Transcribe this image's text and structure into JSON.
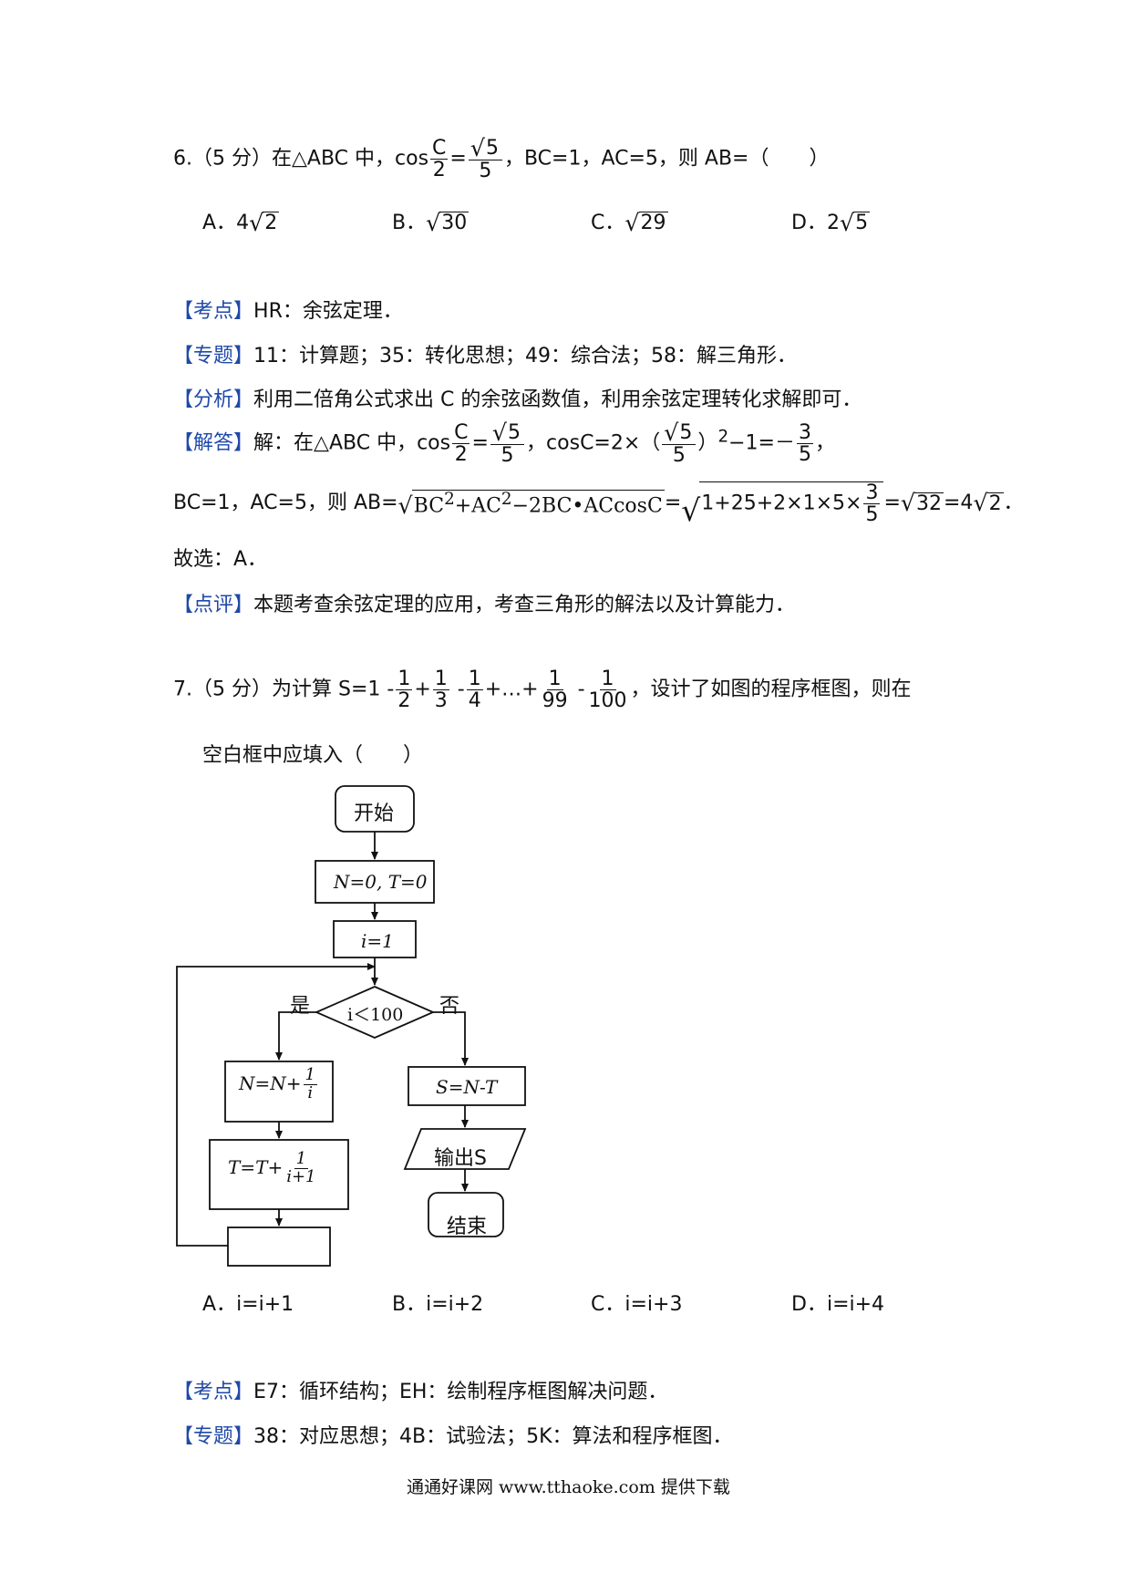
{
  "q6": {
    "prefix": "6.（5 分）在△ABC 中，cos",
    "cos_num": "C",
    "cos_den": "2",
    "eq": "=",
    "rhs_radicand": "5",
    "rhs_den": "5",
    "suffix": "，BC=1，AC=5，则 AB=（　　）",
    "options": [
      {
        "label": "A．",
        "coef": "4",
        "radicand": "2"
      },
      {
        "label": "B．",
        "coef": "",
        "radicand": "30"
      },
      {
        "label": "C．",
        "coef": "",
        "radicand": "29"
      },
      {
        "label": "D．",
        "coef": "2",
        "radicand": "5"
      }
    ],
    "kaodian": {
      "tag": "考点",
      "text": "HR：余弦定理．"
    },
    "zhuanti": {
      "tag": "专题",
      "text": "11：计算题；35：转化思想；49：综合法；58：解三角形．"
    },
    "fenxi": {
      "tag": "分析",
      "text": "利用二倍角公式求出 C 的余弦函数值，利用余弦定理转化求解即可．"
    },
    "jieda": {
      "tag": "解答",
      "line1_a": "解：在△ABC 中，cos",
      "line1_b": "，cosC=2×（",
      "line1_c": "）",
      "line1_exp": "2",
      "line1_d": "−1=－",
      "line1_frac_num": "3",
      "line1_frac_den": "5",
      "line1_end": "，",
      "line2_a": "BC=1，AC=5，则 AB=",
      "line2_rad1": "BC",
      "line2_rad1b": "+AC",
      "line2_rad1c": "−2BC•ACcosC",
      "line2_eq": "=",
      "line2_rad2": "1+25+2×1×5×",
      "line2_eq2": "=",
      "line2_rad3": "32",
      "line2_end": "=4",
      "line2_rad4": "2",
      "line2_dot": "．",
      "line3": "故选：A．"
    },
    "dianping": {
      "tag": "点评",
      "text": "本题考查余弦定理的应用，考查三角形的解法以及计算能力．"
    }
  },
  "q7": {
    "prefix": "7.（5 分）为计算 S=1",
    "minus": "-",
    "plus": "+",
    "ellipsis": "+…+",
    "f1": [
      "1",
      "2"
    ],
    "f2": [
      "1",
      "3"
    ],
    "f3": [
      "1",
      "4"
    ],
    "f4": [
      "1",
      "99"
    ],
    "f5": [
      "1",
      "100"
    ],
    "suffix": "，设计了如图的程序框图，则在",
    "line2": "空白框中应填入（　　）",
    "flow": {
      "start": "开始",
      "init": "N=0, T=0",
      "i1": "i=1",
      "cond": "i＜100",
      "yes": "是",
      "no": "否",
      "n_update": "N=N+",
      "n_frac": [
        "1",
        "i"
      ],
      "t_update": "T=T+",
      "t_frac": [
        "1",
        "i+1"
      ],
      "s_calc": "S=N-T",
      "output": "输出S",
      "end": "结束"
    },
    "options": [
      {
        "label": "A．",
        "text": "i=i+1"
      },
      {
        "label": "B．",
        "text": "i=i+2"
      },
      {
        "label": "C．",
        "text": "i=i+3"
      },
      {
        "label": "D．",
        "text": "i=i+4"
      }
    ],
    "kaodian": {
      "tag": "考点",
      "text": "E7：循环结构；EH：绘制程序框图解决问题．"
    },
    "zhuanti": {
      "tag": "专题",
      "text": "38：对应思想；4B：试验法；5K：算法和程序框图．"
    }
  },
  "footer": "通通好课网  www.tthaoke.com  提供下载",
  "colors": {
    "tag": "#1f49a8",
    "text": "#111111"
  }
}
